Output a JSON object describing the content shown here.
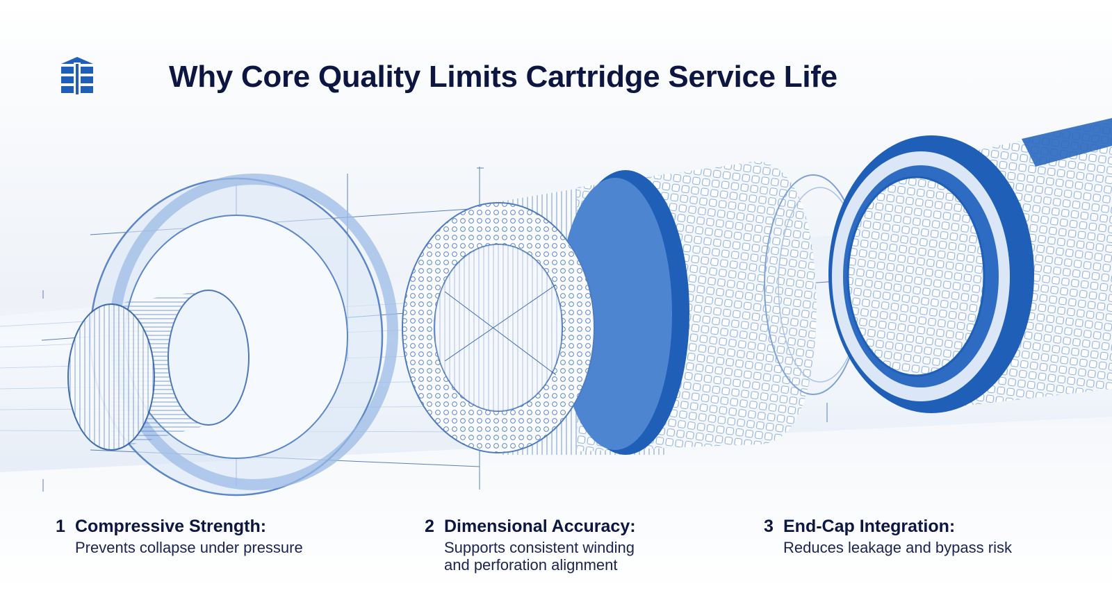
{
  "title": "Why Core Quality Limits Cartridge Service Life",
  "logo_icon": "company-logo-icon",
  "colors": {
    "accent": "#1f5fb8",
    "light_blue": "#9fbde6",
    "title": "#0d1640",
    "background": "#f7f9fc"
  },
  "features": [
    {
      "number": "1",
      "heading": "Compressive Strength:",
      "description": "Prevents collapse under pressure"
    },
    {
      "number": "2",
      "heading": "Dimensional Accuracy:",
      "description": "Supports consistent winding and perforation alignment"
    },
    {
      "number": "3",
      "heading": "End-Cap Integration:",
      "description": "Reduces leakage and bypass risk"
    }
  ]
}
